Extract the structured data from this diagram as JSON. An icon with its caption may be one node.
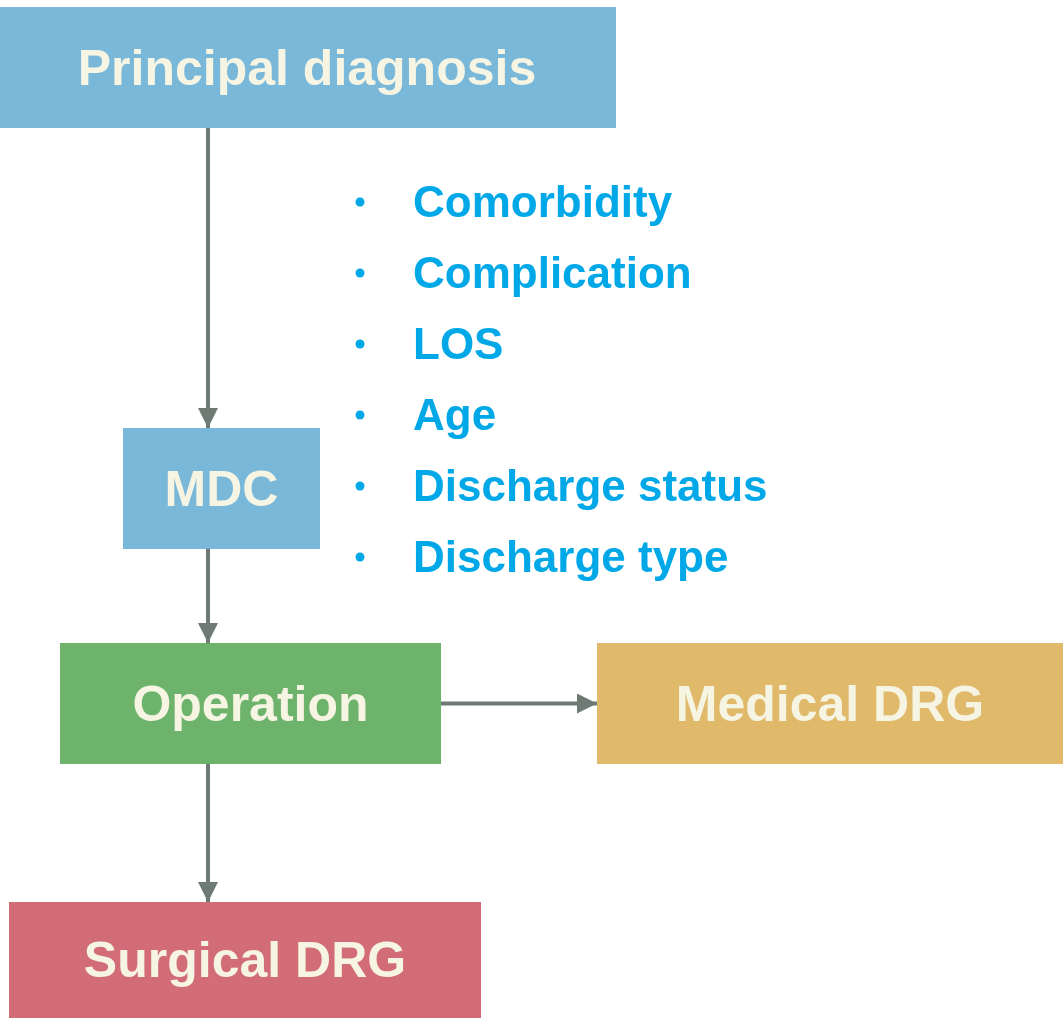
{
  "diagram": {
    "nodes": [
      {
        "text": [
          "Principal diagnosis"
        ]
      },
      {
        "text": [
          "MDC"
        ]
      },
      {
        "text": [
          "Operation"
        ]
      },
      {
        "text": [
          "Medical DRG"
        ]
      },
      {
        "text": [
          "Surgical DRG"
        ]
      }
    ],
    "edges": [
      {
        "from": 0,
        "to": 1,
        "arrow": "to"
      },
      {
        "from": 1,
        "to": 2,
        "arrow": "to"
      },
      {
        "from": 2,
        "to": 3,
        "arrow": "to"
      },
      {
        "from": 2,
        "to": 4,
        "arrow": "to"
      }
    ],
    "labels": [
      "Comorbidity",
      "Complication",
      "LOS",
      "Age",
      "Discharge status",
      "Discharge type"
    ]
  }
}
